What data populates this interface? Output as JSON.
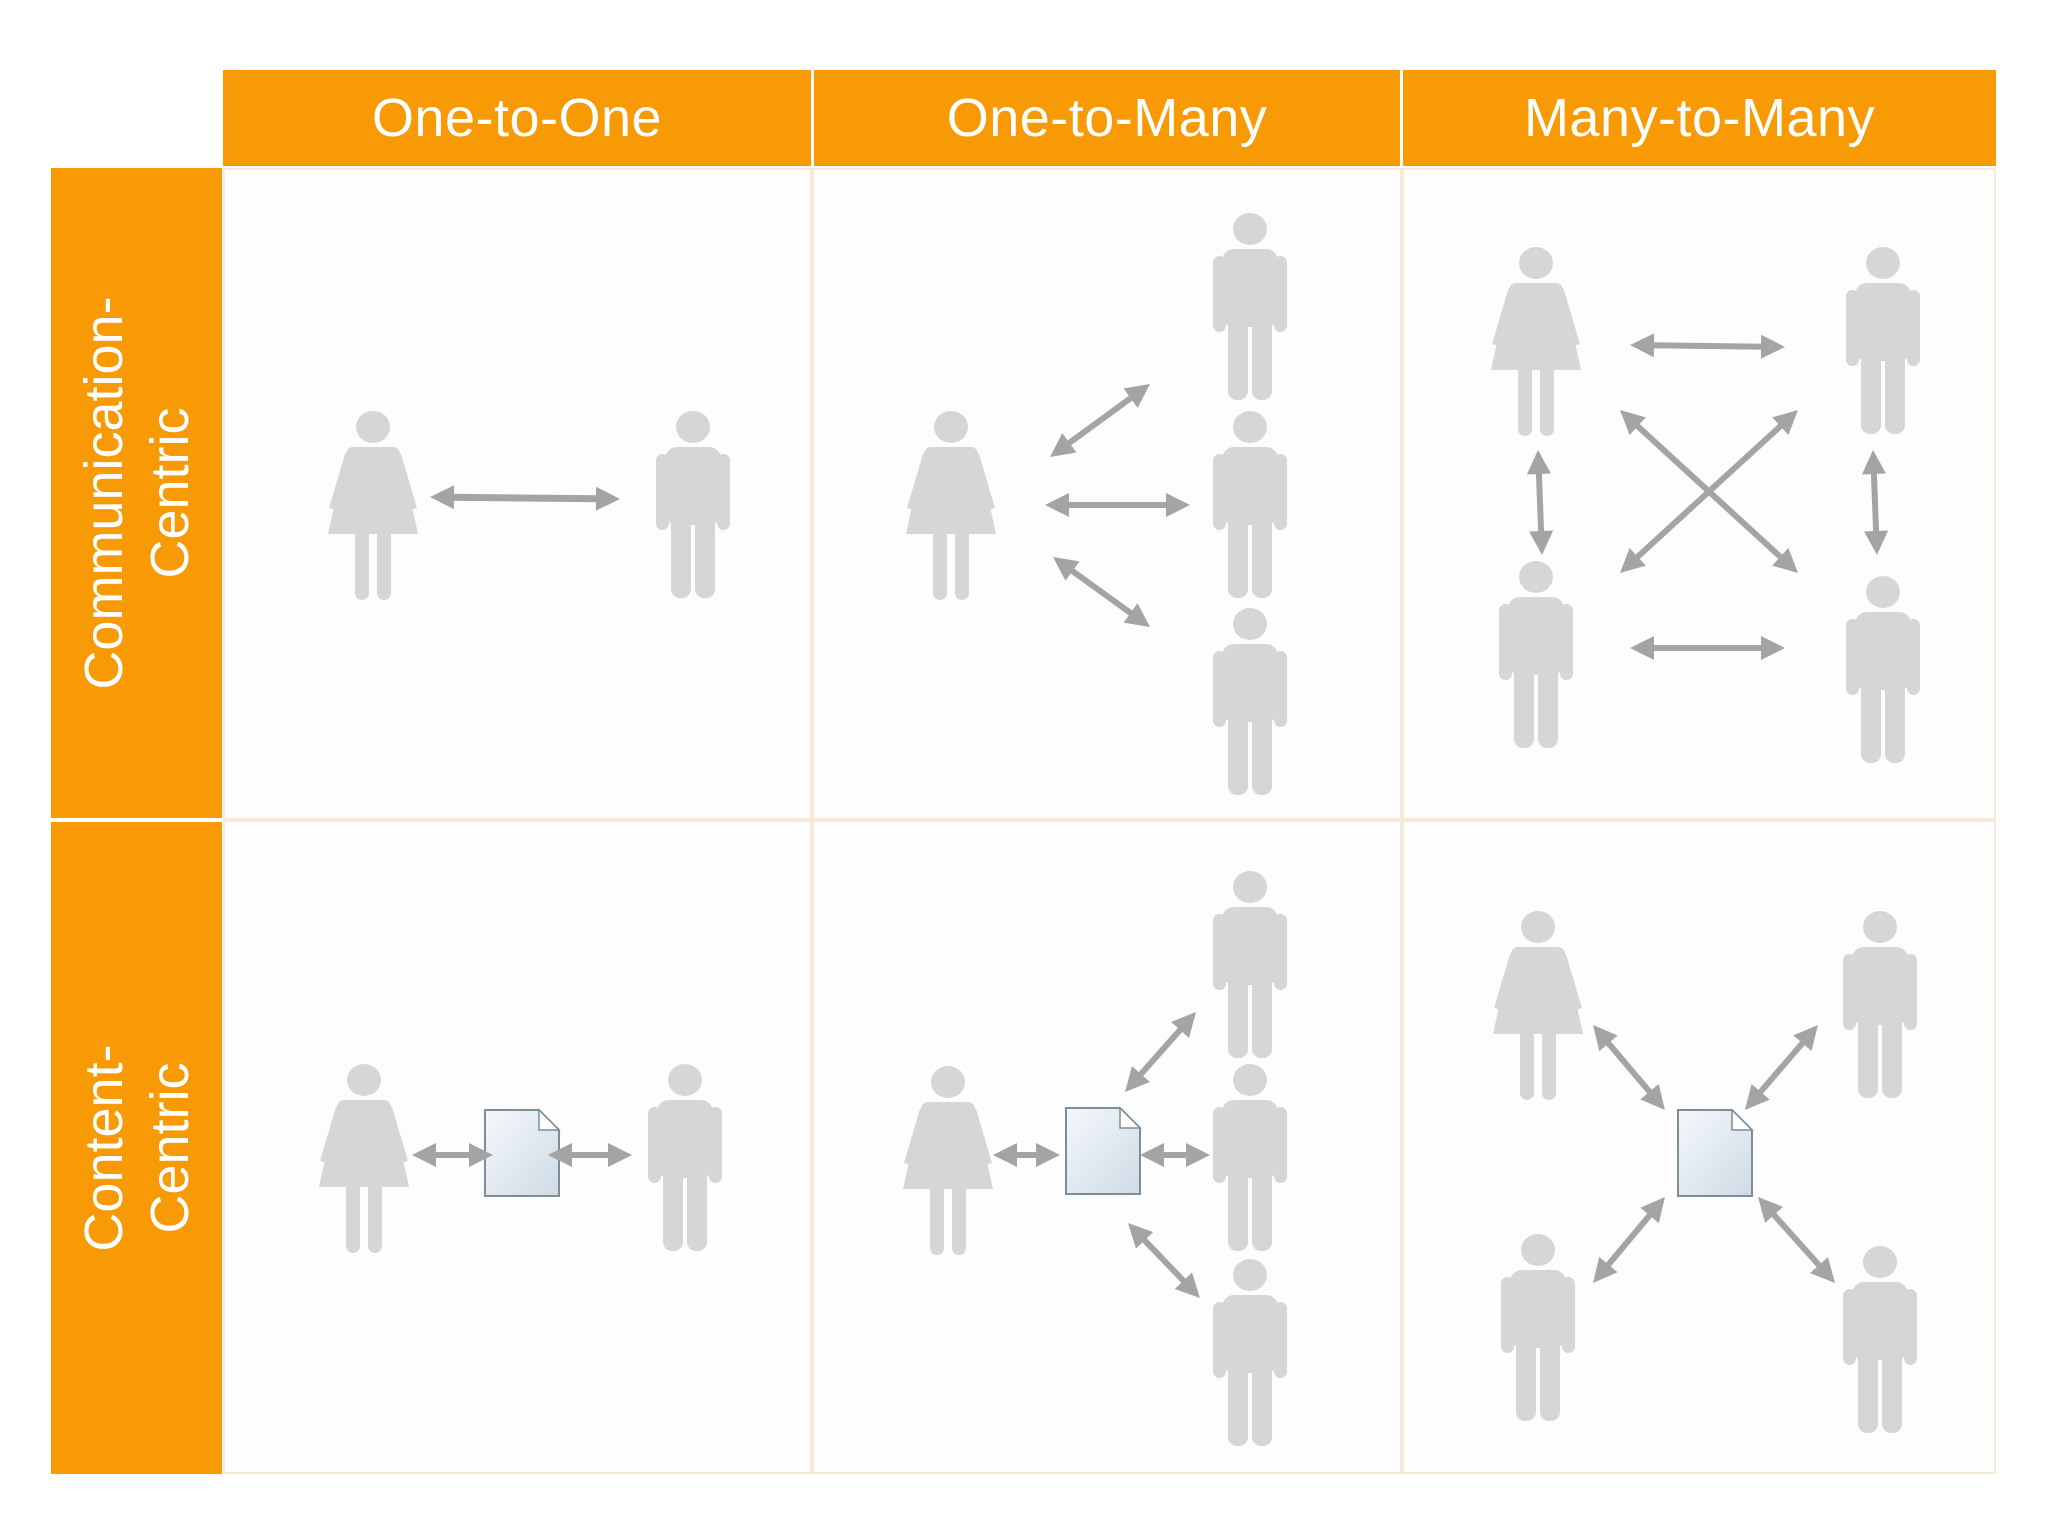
{
  "columns": [
    "One-to-One",
    "One-to-Many",
    "Many-to-Many"
  ],
  "rows": [
    {
      "lines": [
        "Communication-",
        "Centric"
      ]
    },
    {
      "lines": [
        "Content-",
        "Centric"
      ]
    }
  ],
  "colors": {
    "accent": "#f79a05",
    "figure": "#d6d6d6",
    "arrow": "#a4a4a4",
    "cell_border": "#f8ead8",
    "document": "#e6eef4"
  },
  "icons": [
    "female-person-icon",
    "male-person-icon",
    "document-icon",
    "double-arrow-icon"
  ]
}
